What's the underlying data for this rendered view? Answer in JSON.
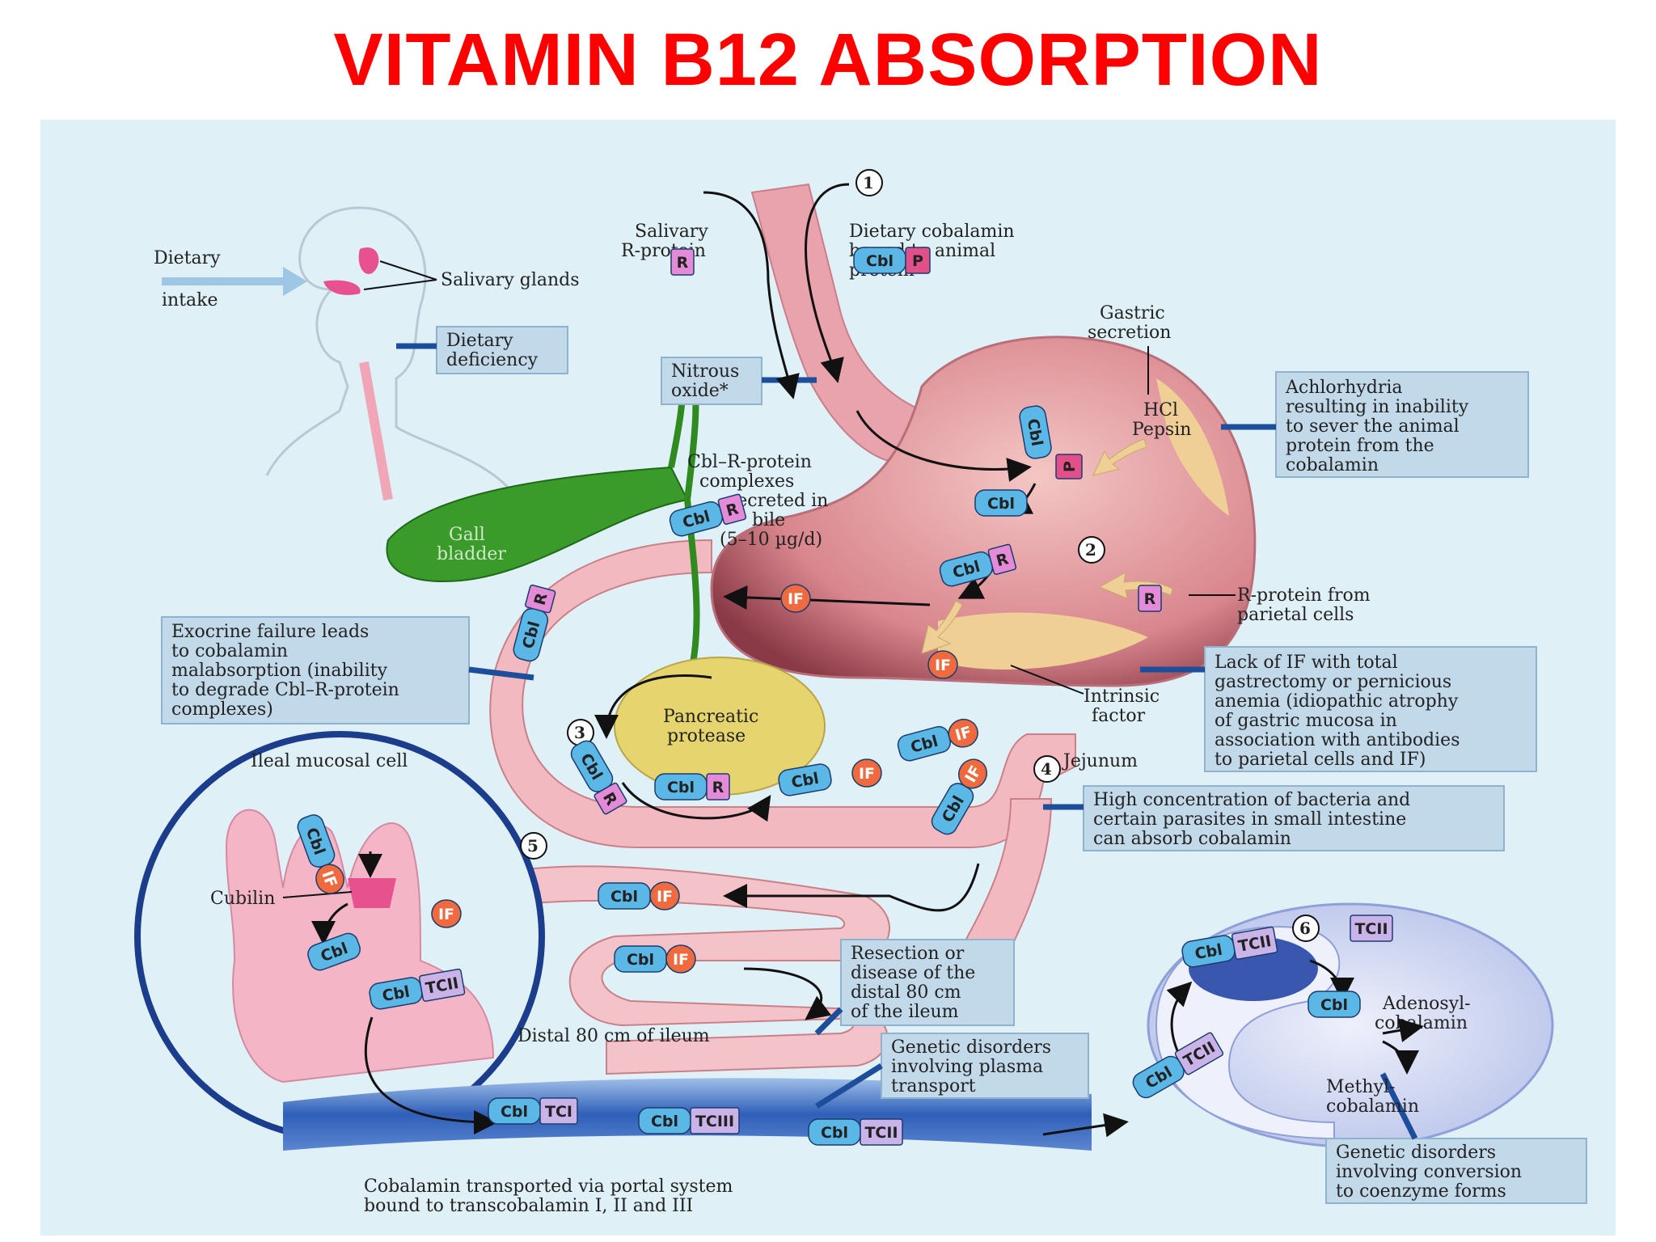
{
  "title": "VITAMIN B12 ABSORPTION",
  "labels": {
    "dietary": "Dietary",
    "intake": "intake",
    "salivary_glands": "Salivary glands",
    "dietary_deficiency": [
      "Dietary",
      "deficiency"
    ],
    "salivary_rprotein": [
      "Salivary",
      "R-protein"
    ],
    "dietary_cobalamin": [
      "Dietary cobalamin",
      "bound to animal",
      "protein"
    ],
    "nitrous_oxide": [
      "Nitrous",
      "oxide*"
    ],
    "gastric_secretion": [
      "Gastric",
      "secretion"
    ],
    "hcl": "HCl",
    "pepsin": "Pepsin",
    "achlorhydria": [
      "Achlorhydria",
      "resulting in inability",
      "to sever the animal",
      "protein from the",
      "cobalamin"
    ],
    "bile_complexes": [
      "Cbl–R-protein",
      "complexes",
      "secreted in",
      "bile",
      "(5–10 µg/d)"
    ],
    "gall_bladder": [
      "Gall",
      "bladder"
    ],
    "rprotein_parietal": [
      "R-protein from",
      "parietal cells"
    ],
    "exocrine_failure": [
      "Exocrine failure leads",
      "to cobalamin",
      "malabsorption (inability",
      "to degrade Cbl–R-protein",
      "complexes)"
    ],
    "lack_if": [
      "Lack of IF with total",
      "gastrectomy or pernicious",
      "anemia (idiopathic atrophy",
      "of gastric mucosa in",
      "association with antibodies",
      "to parietal cells and IF)"
    ],
    "intrinsic_factor": [
      "Intrinsic",
      "factor"
    ],
    "pancreatic_protease": [
      "Pancreatic",
      "protease"
    ],
    "jejunum": "Jejunum",
    "ileal_mucosal_cell": "Ileal mucosal cell",
    "bacteria": [
      "High concentration of bacteria and",
      "certain parasites in small intestine",
      "can absorb cobalamin"
    ],
    "cubilin": "Cubilin",
    "resection": [
      "Resection or",
      "disease of the",
      "distal 80 cm",
      "of the ileum"
    ],
    "distal_ileum": "Distal 80 cm of ileum",
    "genetic_plasma": [
      "Genetic disorders",
      "involving plasma",
      "transport"
    ],
    "adenosyl": [
      "Adenosyl-",
      "cobalamin"
    ],
    "methyl": [
      "Methyl-",
      "cobalamin"
    ],
    "genetic_conversion": [
      "Genetic disorders",
      "involving conversion",
      "to coenzyme forms"
    ],
    "portal": [
      "Cobalamin transported via portal system",
      "bound to transcobalamin I, II and III"
    ]
  },
  "tags": {
    "cbl": "Cbl",
    "r": "R",
    "p": "P",
    "if": "IF",
    "tci": "TCI",
    "tcii": "TCII",
    "tciii": "TCIII"
  },
  "steps": [
    "1",
    "2",
    "3",
    "4",
    "5",
    "6"
  ],
  "colors": {
    "title": "#ff0000",
    "background": "#dff0f7",
    "cbl": "#5ab7e6",
    "r_protein": "#e58ad6",
    "if": "#ef6a3e",
    "tc": "#c9b3e8",
    "p": "#e2508a",
    "stomach": "#f2b5b9",
    "gall_bladder": "#3a9a2a",
    "pancreas": "#e6d56f",
    "vessel": "#2f5fb8",
    "box": "#c2d9ea",
    "leader": "#1c4e9b"
  }
}
